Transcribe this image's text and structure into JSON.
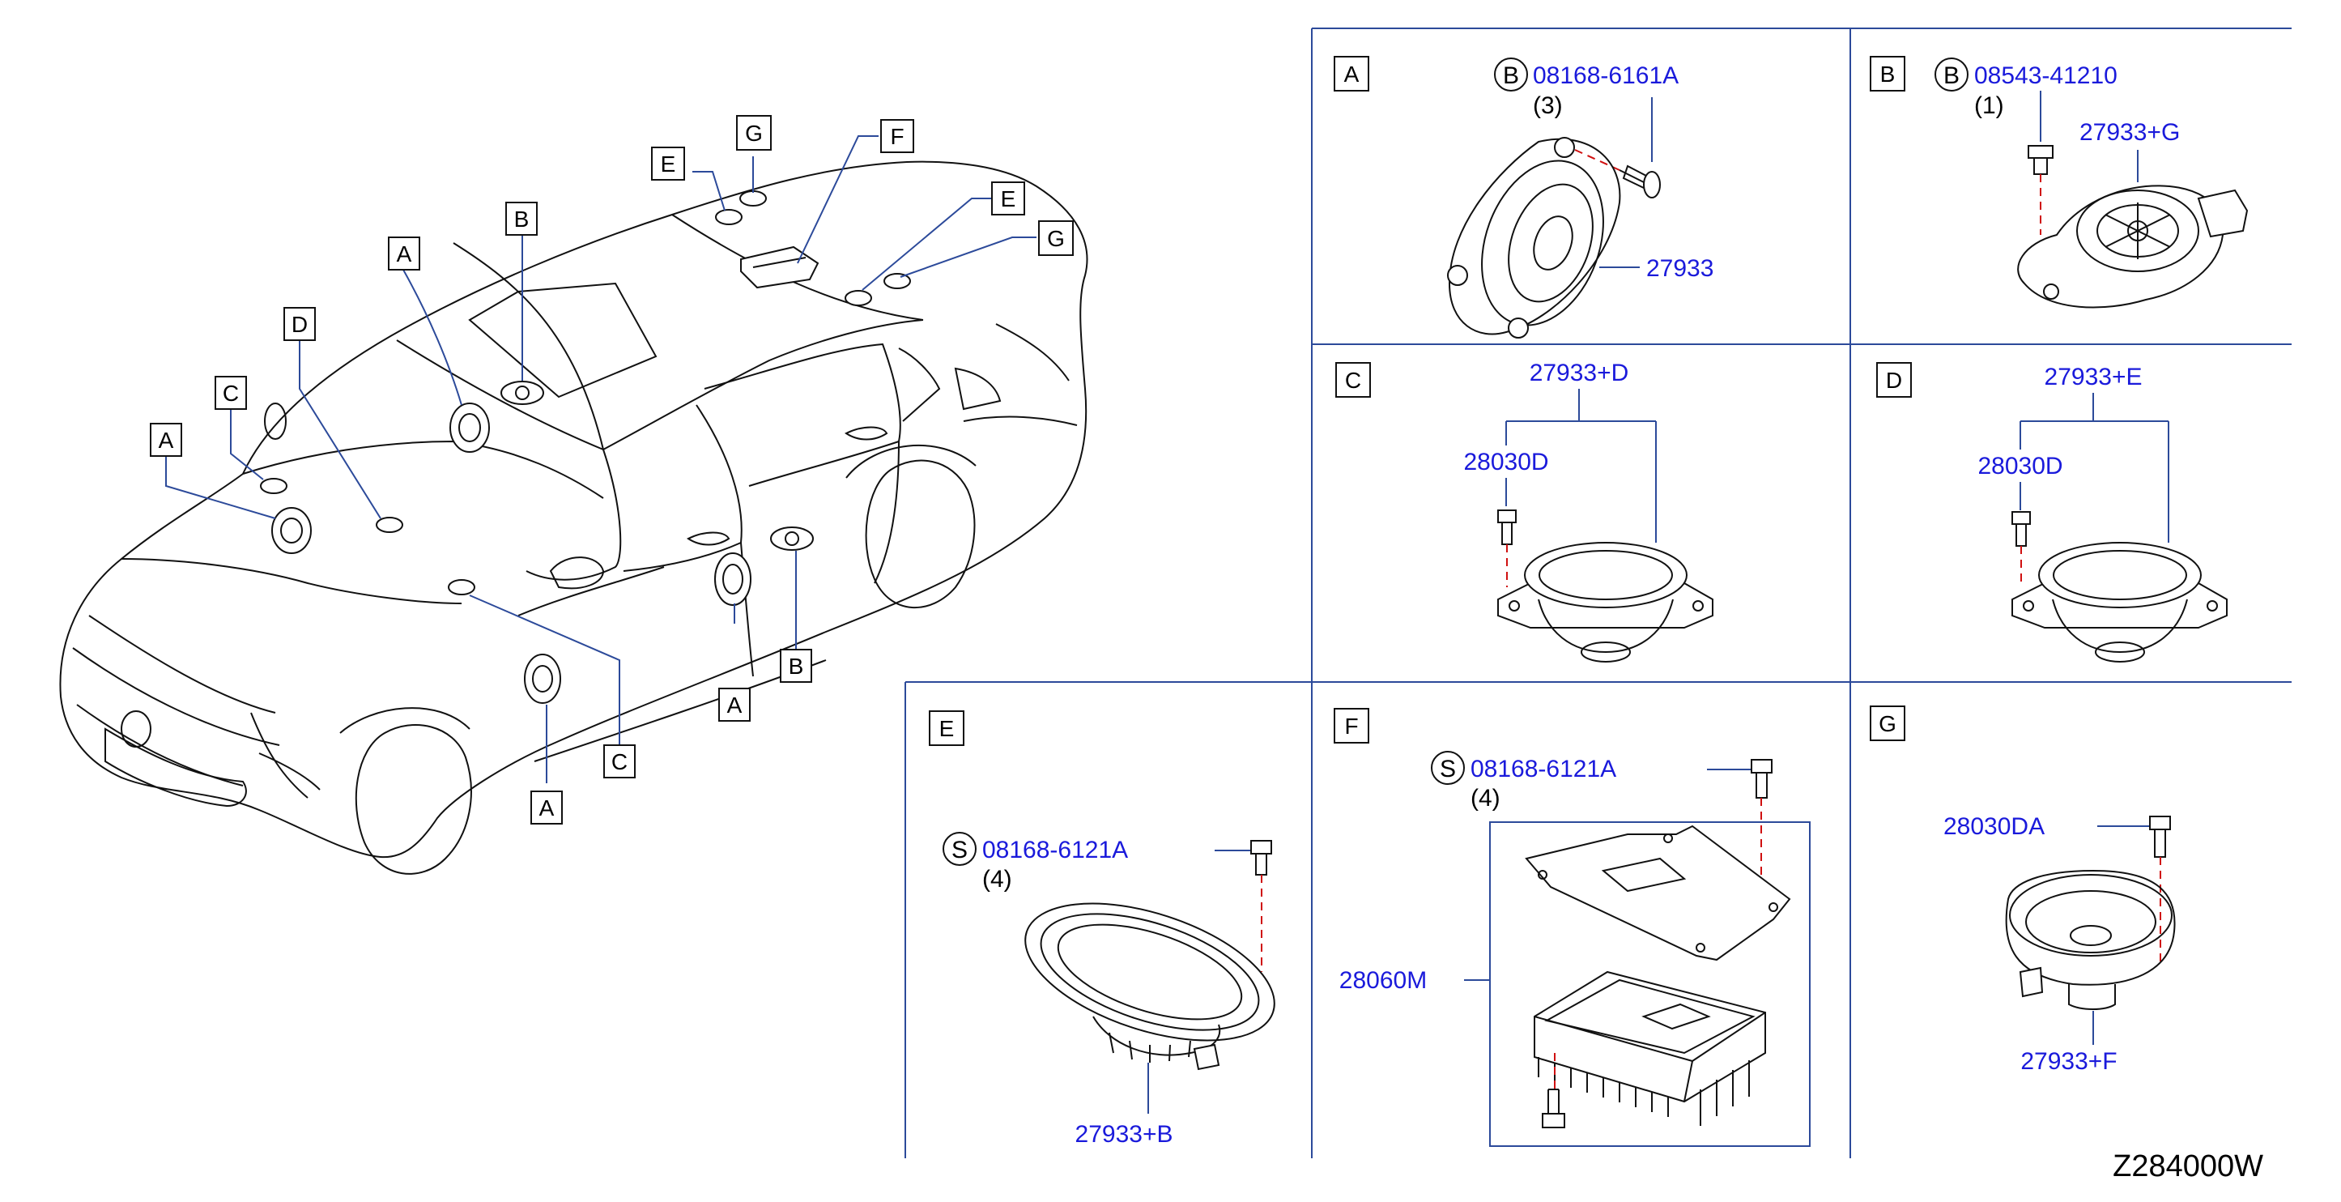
{
  "diagram_code": "Z284000W",
  "car_callouts": {
    "a1": "A",
    "a2": "A",
    "a3": "A",
    "a4": "A",
    "b1": "B",
    "b2": "B",
    "c1": "C",
    "c2": "C",
    "d1": "D",
    "e1": "E",
    "e2": "E",
    "f1": "F",
    "g1": "G",
    "g2": "G"
  },
  "panels": {
    "A": {
      "label": "A",
      "fastener_symbol": "B",
      "fastener_part": "08168-6161A",
      "fastener_qty": "(3)",
      "parts": [
        "27933"
      ]
    },
    "B": {
      "label": "B",
      "fastener_symbol": "B",
      "fastener_part": "08543-41210",
      "fastener_qty": "(1)",
      "parts": [
        "27933+G"
      ]
    },
    "C": {
      "label": "C",
      "parts": [
        "27933+D",
        "28030D"
      ]
    },
    "D": {
      "label": "D",
      "parts": [
        "27933+E",
        "28030D"
      ]
    },
    "E": {
      "label": "E",
      "fastener_symbol": "S",
      "fastener_part": "08168-6121A",
      "fastener_qty": "(4)",
      "parts": [
        "27933+B"
      ]
    },
    "F": {
      "label": "F",
      "fastener_symbol": "S",
      "fastener_part": "08168-6121A",
      "fastener_qty": "(4)",
      "parts": [
        "28060M"
      ]
    },
    "G": {
      "label": "G",
      "parts": [
        "28030DA",
        "27933+F"
      ]
    }
  },
  "colors": {
    "part_number": "#1a1adb",
    "grid": "#2c4a9a",
    "hidden_line": "#d01010"
  }
}
